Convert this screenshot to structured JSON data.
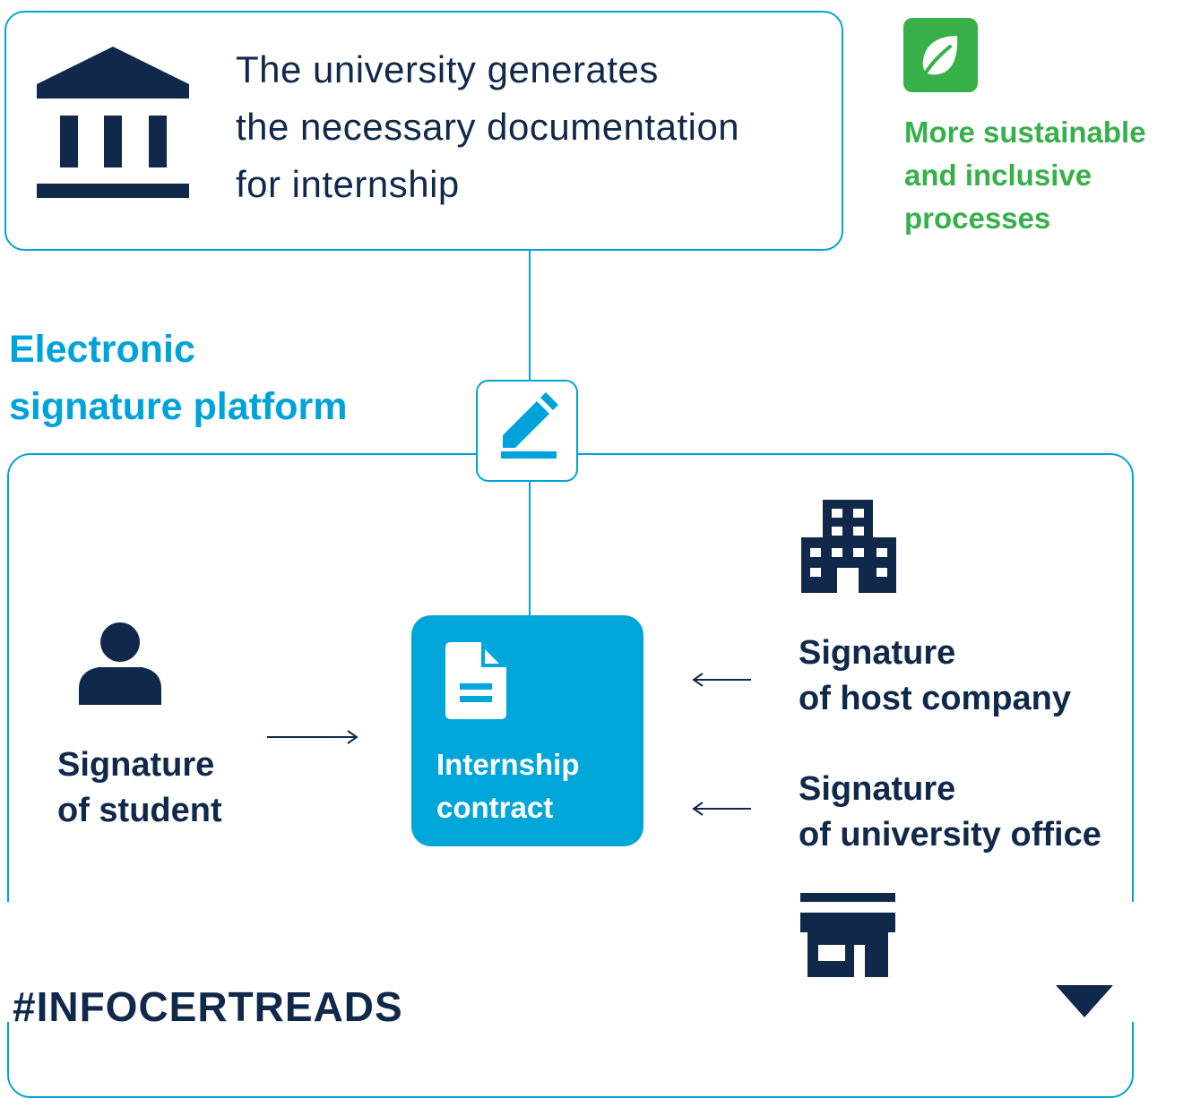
{
  "top_box": {
    "text_lines": [
      "The university generates",
      "the necessary documentation",
      "for internship"
    ],
    "icon": "university-icon"
  },
  "sustainability": {
    "icon": "leaf-icon",
    "lines": [
      "More sustainable",
      "and inclusive",
      "processes"
    ]
  },
  "platform": {
    "title_lines": [
      "Electronic",
      "signature platform"
    ],
    "icon": "edit-pen-icon"
  },
  "contract": {
    "icon": "document-icon",
    "lines": [
      "Internship",
      "contract"
    ]
  },
  "student": {
    "icon": "person-icon",
    "lines": [
      "Signature",
      "of student"
    ]
  },
  "host_company": {
    "icon": "office-building-icon",
    "lines": [
      "Signature",
      "of host company"
    ]
  },
  "university_office": {
    "icon": "storefront-icon",
    "lines": [
      "Signature",
      "of university office"
    ]
  },
  "hashtag": "#INFOCERTREADS",
  "colors": {
    "accent_blue": "#00a3d9",
    "navy": "#10294a",
    "green": "#37b04a"
  }
}
